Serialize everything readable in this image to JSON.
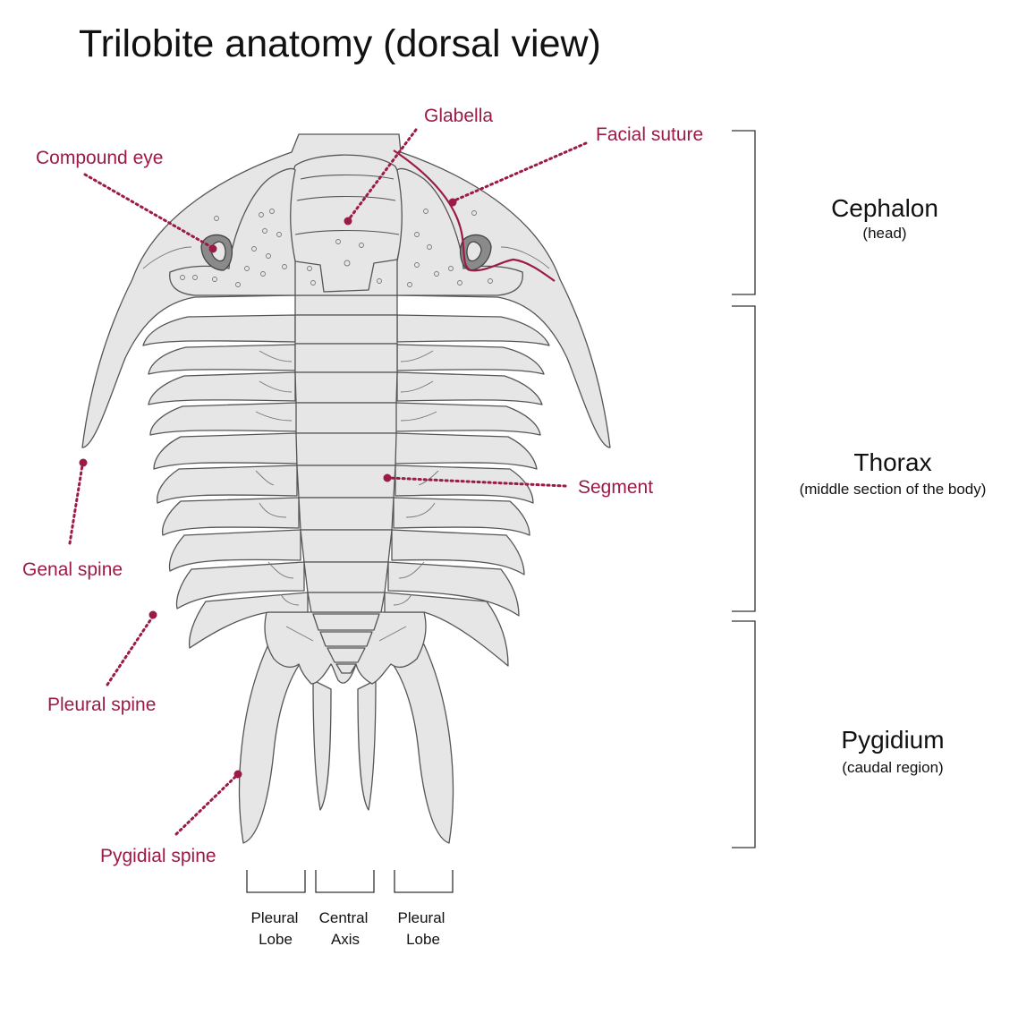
{
  "title": "Trilobite anatomy (dorsal view)",
  "colors": {
    "accent": "#9b1b45",
    "body_fill": "#e6e6e6",
    "outline": "#555555",
    "text": "#111111"
  },
  "labels": {
    "glabella": "Glabella",
    "facial_suture": "Facial suture",
    "compound_eye": "Compound eye",
    "segment": "Segment",
    "genal_spine": "Genal spine",
    "pleural_spine": "Pleural spine",
    "pygidial_spine": "Pygidial spine"
  },
  "sections": {
    "cephalon": {
      "name": "Cephalon",
      "desc": "(head)"
    },
    "thorax": {
      "name": "Thorax",
      "desc": "(middle section of the body)"
    },
    "pygidium": {
      "name": "Pygidium",
      "desc": "(caudal region)"
    }
  },
  "lobes": {
    "left": {
      "line1": "Pleural",
      "line2": "Lobe"
    },
    "center": {
      "line1": "Central",
      "line2": "Axis"
    },
    "right": {
      "line1": "Pleural",
      "line2": "Lobe"
    }
  }
}
